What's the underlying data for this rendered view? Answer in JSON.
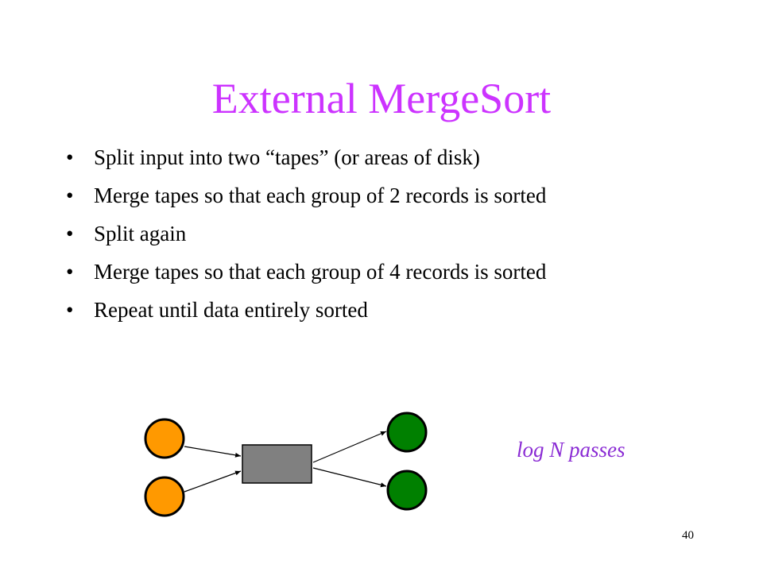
{
  "title": "External MergeSort",
  "bullets": [
    "Split input into two “tapes” (or areas of disk)",
    "Merge tapes so that each group of 2 records is sorted",
    "Split again",
    "Merge tapes so that each group of 4 records is sorted",
    "Repeat until data entirely sorted"
  ],
  "bullet_glyph": "•",
  "annotation": "log N passes",
  "page_number": "40",
  "colors": {
    "title": "#cc33ff",
    "annotation": "#8a2bd4",
    "input_tape": "#ff9900",
    "output_tape": "#008000",
    "merge_box": "#808080"
  }
}
